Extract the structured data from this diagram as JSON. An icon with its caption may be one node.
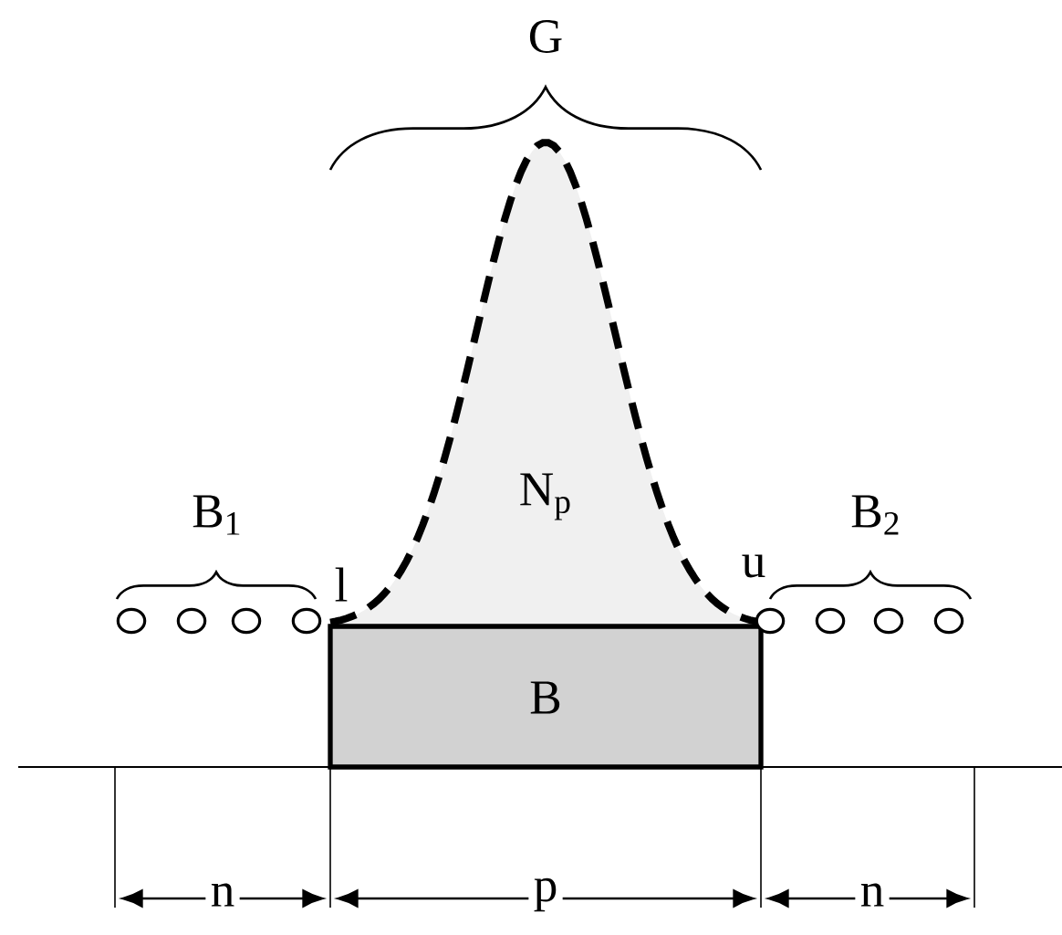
{
  "diagram": {
    "nodes": [
      {
        "text": [
          "N$_{p}$"
        ]
      },
      {
        "text": [
          "B"
        ]
      },
      {
        "text": [],
        "shape": "circle"
      },
      {
        "text": [],
        "shape": "circle"
      },
      {
        "text": [],
        "shape": "circle"
      },
      {
        "text": [],
        "shape": "circle"
      },
      {
        "text": [],
        "shape": "circle"
      },
      {
        "text": [],
        "shape": "circle"
      },
      {
        "text": [],
        "shape": "circle"
      },
      {
        "text": [],
        "shape": "circle"
      }
    ],
    "edges": [],
    "labels": [
      "G",
      "B$_{1}$",
      "B$_{2}$",
      "l",
      "u",
      "n",
      "p",
      "n"
    ]
  }
}
